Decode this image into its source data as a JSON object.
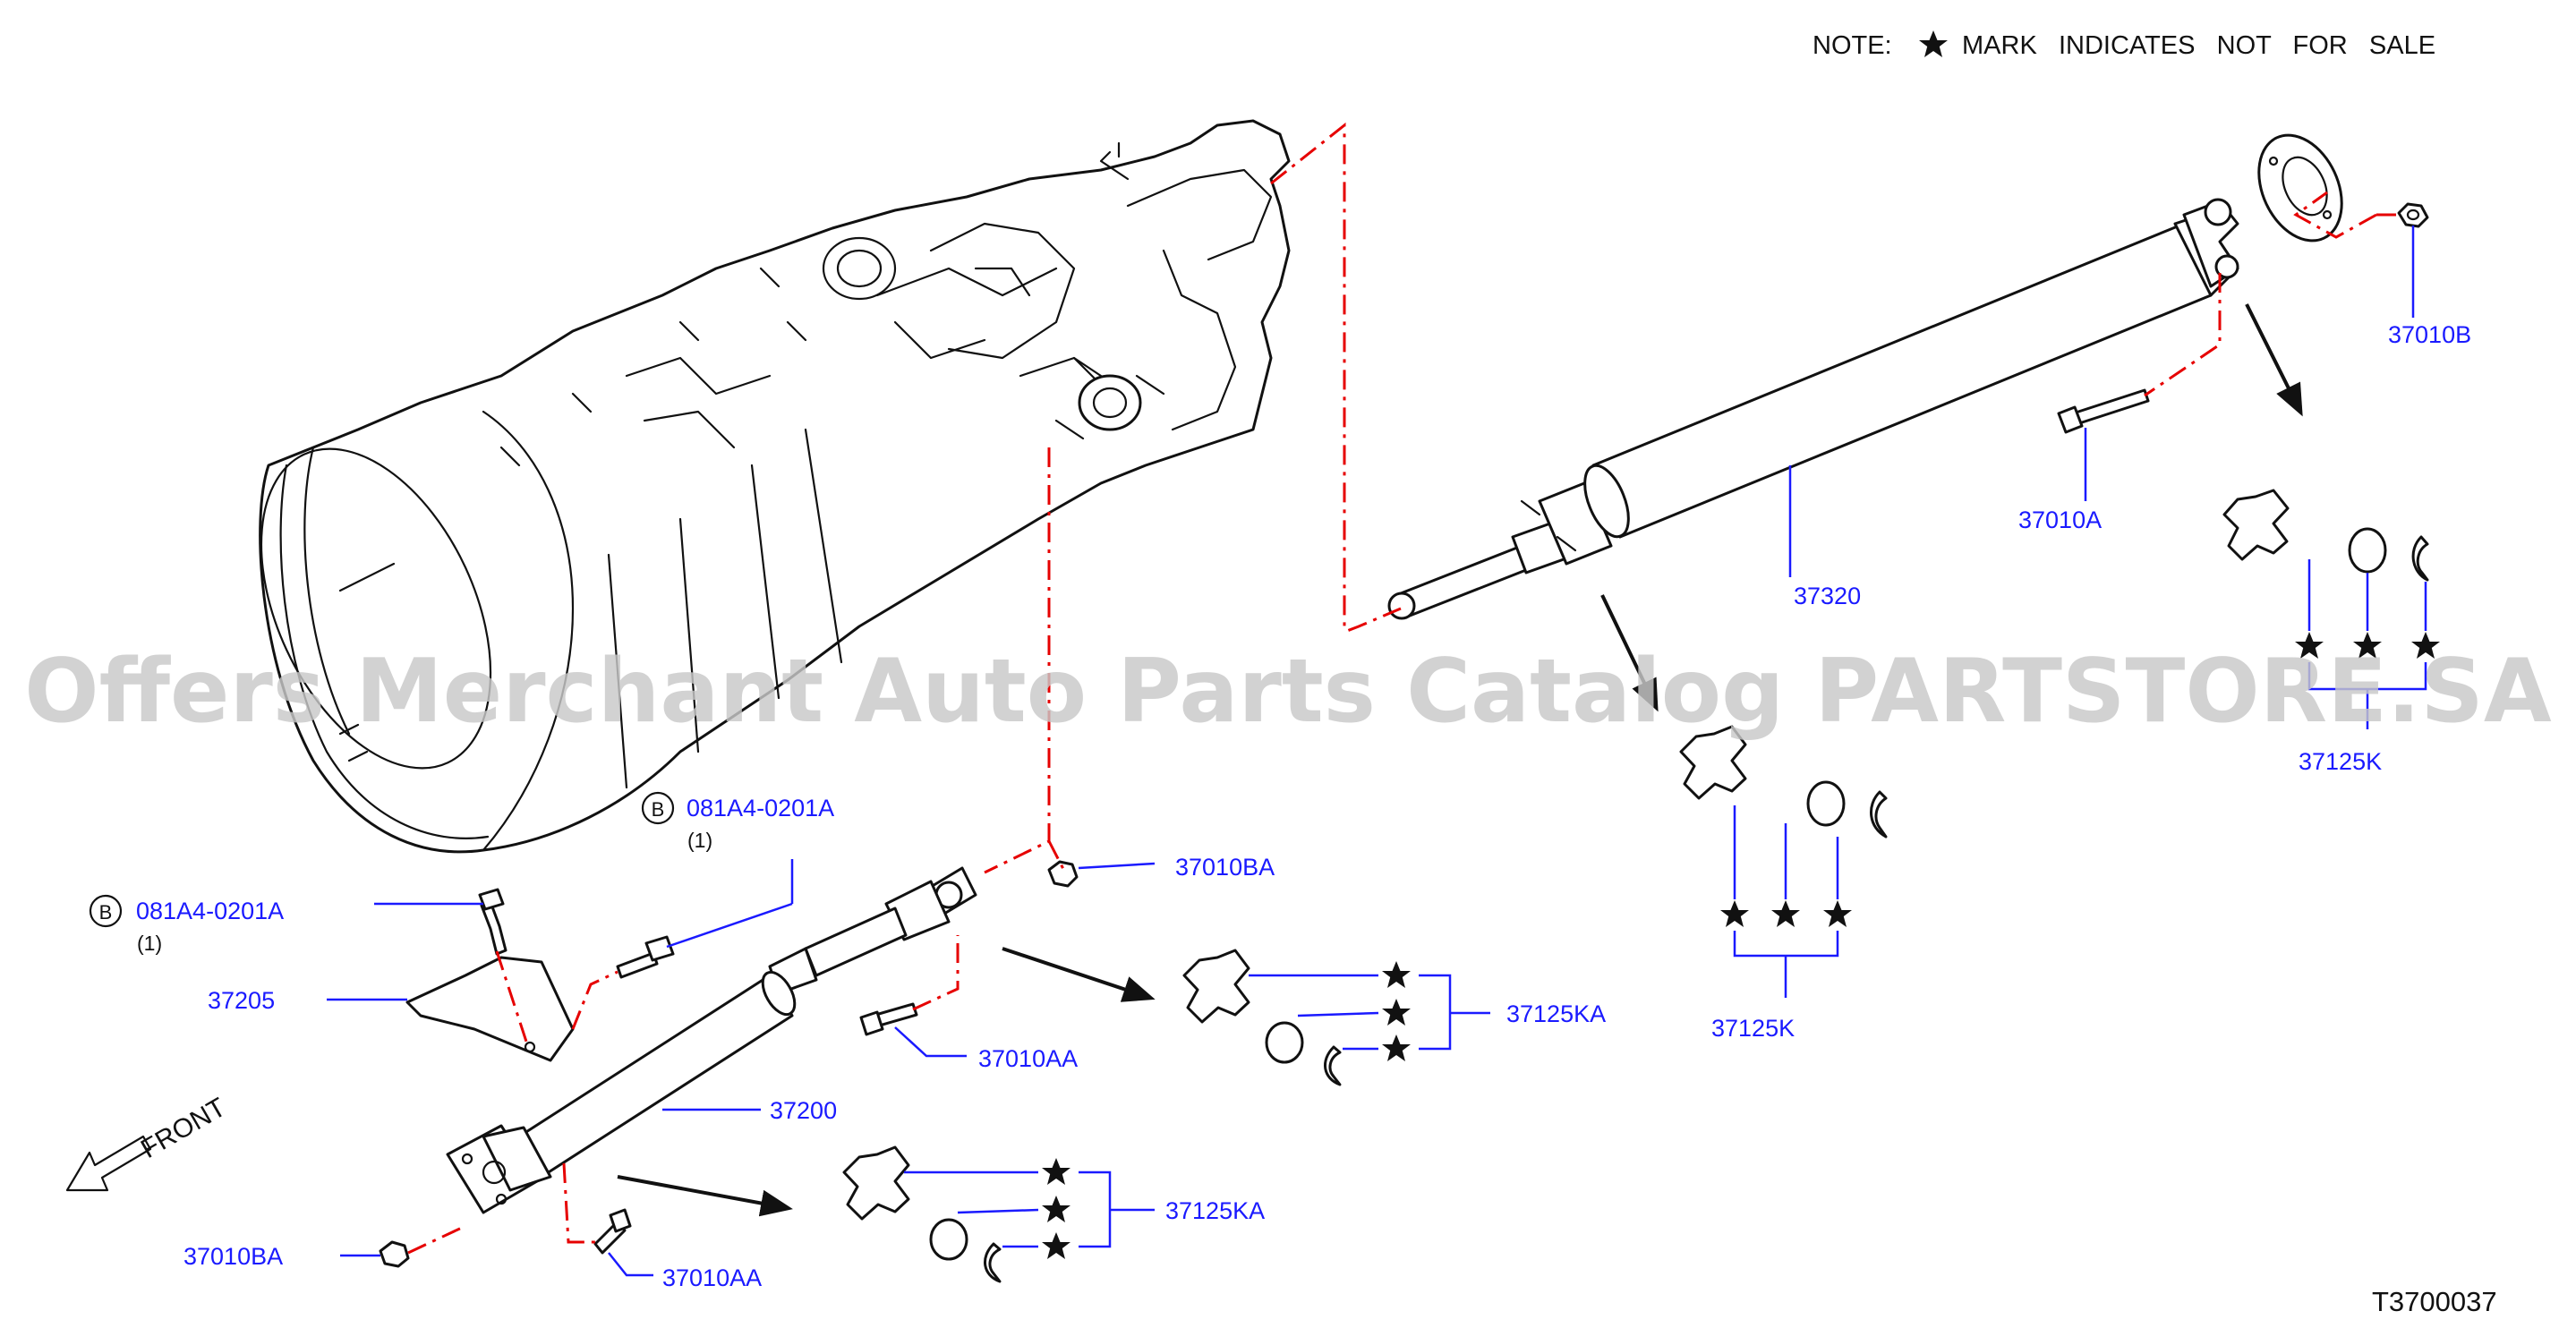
{
  "note": {
    "prefix": "NOTE:",
    "text": "MARK   INDICATES   NOT   FOR   SALE",
    "star_icon": "star-icon"
  },
  "watermark": "Offers Merchant Auto Parts Catalog PARTSTORE.SA",
  "figure_code": "T3700037",
  "front_label": "FRONT",
  "labels": {
    "l37010B": "37010B",
    "l37010A": "37010A",
    "l37320": "37320",
    "l37125K_right": "37125K",
    "l37125K_mid": "37125K",
    "l081_top": "081A4-0201A",
    "l081_top_qty": "(1)",
    "l081_left": "081A4-0201A",
    "l081_left_qty": "(1)",
    "l37010BA_top": "37010BA",
    "l37205": "37205",
    "l37010AA_top": "37010AA",
    "l37125KA_top": "37125KA",
    "l37200": "37200",
    "l37125KA_bottom": "37125KA",
    "l37010BA_bottom": "37010BA",
    "l37010AA_bottom": "37010AA"
  },
  "circle_badge": "B",
  "colors": {
    "label_blue": "#1a1aff",
    "dash_red": "#e60000",
    "line_black": "#111111"
  }
}
